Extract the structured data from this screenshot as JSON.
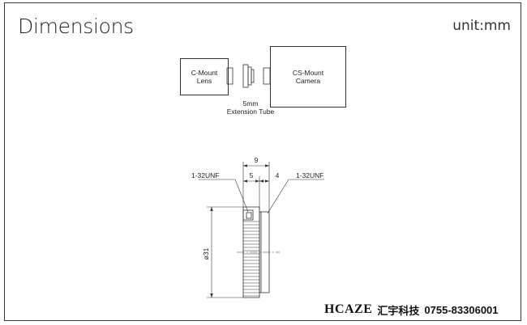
{
  "header": {
    "title": "Dimensions",
    "unit": "unit:mm"
  },
  "assembly": {
    "lens_label": "C-Mount\nLens",
    "camera_label": "CS-Mount\nCamera",
    "tube_label": "5mm\nExtension Tube"
  },
  "drawing": {
    "dim_total": "9",
    "dim_left": "5",
    "dim_right": "4",
    "thread_left": "1-32UNF",
    "thread_right": "1-32UNF",
    "diameter": "ø31"
  },
  "footer": {
    "brand": "HCAZE",
    "company_cn": "汇宇科技",
    "phone": "0755-83306001"
  },
  "colors": {
    "line": "#333333",
    "background": "#ffffff"
  }
}
